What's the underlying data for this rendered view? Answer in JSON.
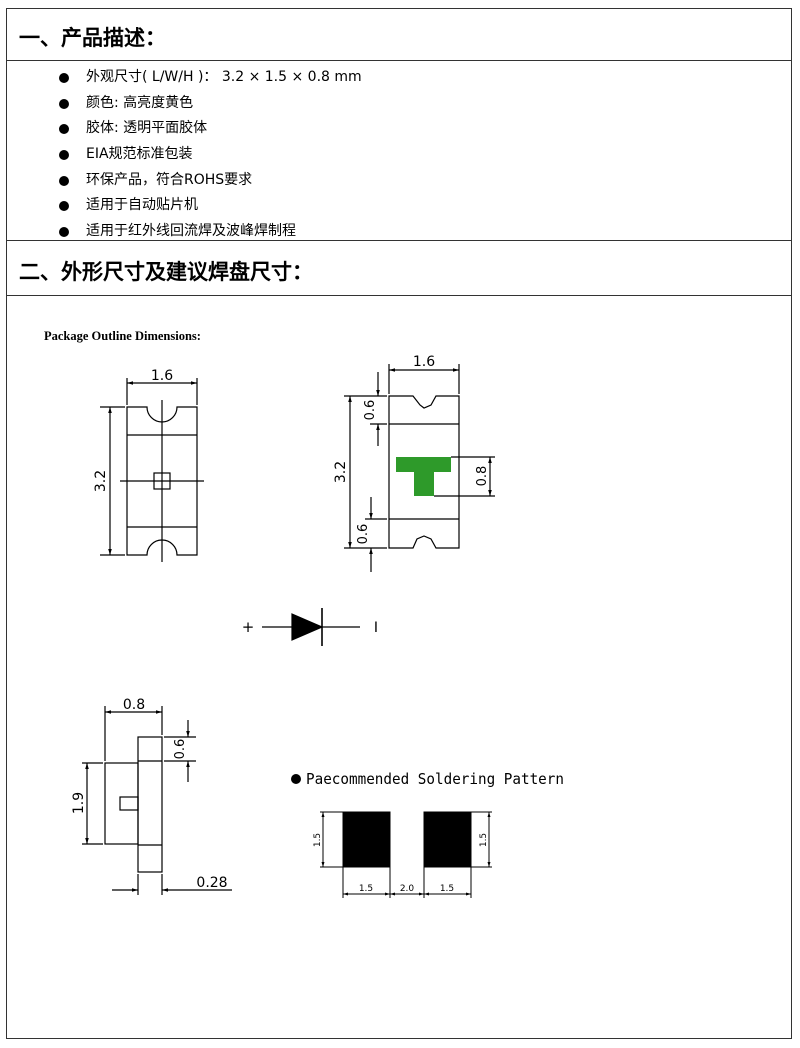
{
  "section1": {
    "title": "一、产品描述：",
    "items": [
      "外观尺寸( L/W/H )：  3.2 × 1.5 × 0.8 mm",
      "颜色: 高亮度黄色",
      "胶体: 透明平面胶体",
      "EIA规范标准包装",
      "环保产品，符合ROHS要求",
      "适用于自动贴片机",
      "适用于红外线回流焊及波峰焊制程"
    ]
  },
  "section2": {
    "title": "二、外形尺寸及建议焊盘尺寸：",
    "package_heading": "Package Outline Dimensions:",
    "top_view": {
      "width": "1.6",
      "length": "3.2"
    },
    "bottom_view": {
      "width": "1.6",
      "length": "3.2",
      "top_band": "0.6",
      "bottom_band": "0.6",
      "mark": "0.8",
      "mark_color": "#2e9a2a"
    },
    "diode": {
      "plus": "+",
      "minus": "I"
    },
    "side_view": {
      "height": "0.8",
      "band": "0.6",
      "body": "1.9",
      "lead": "0.28"
    },
    "soldering": {
      "heading": "Paecommended Soldering Pattern",
      "pad_height_left": "1.5",
      "pad_height_right": "1.5",
      "pad_width_left": "1.5",
      "gap": "2.0",
      "pad_width_right": "1.5"
    }
  }
}
